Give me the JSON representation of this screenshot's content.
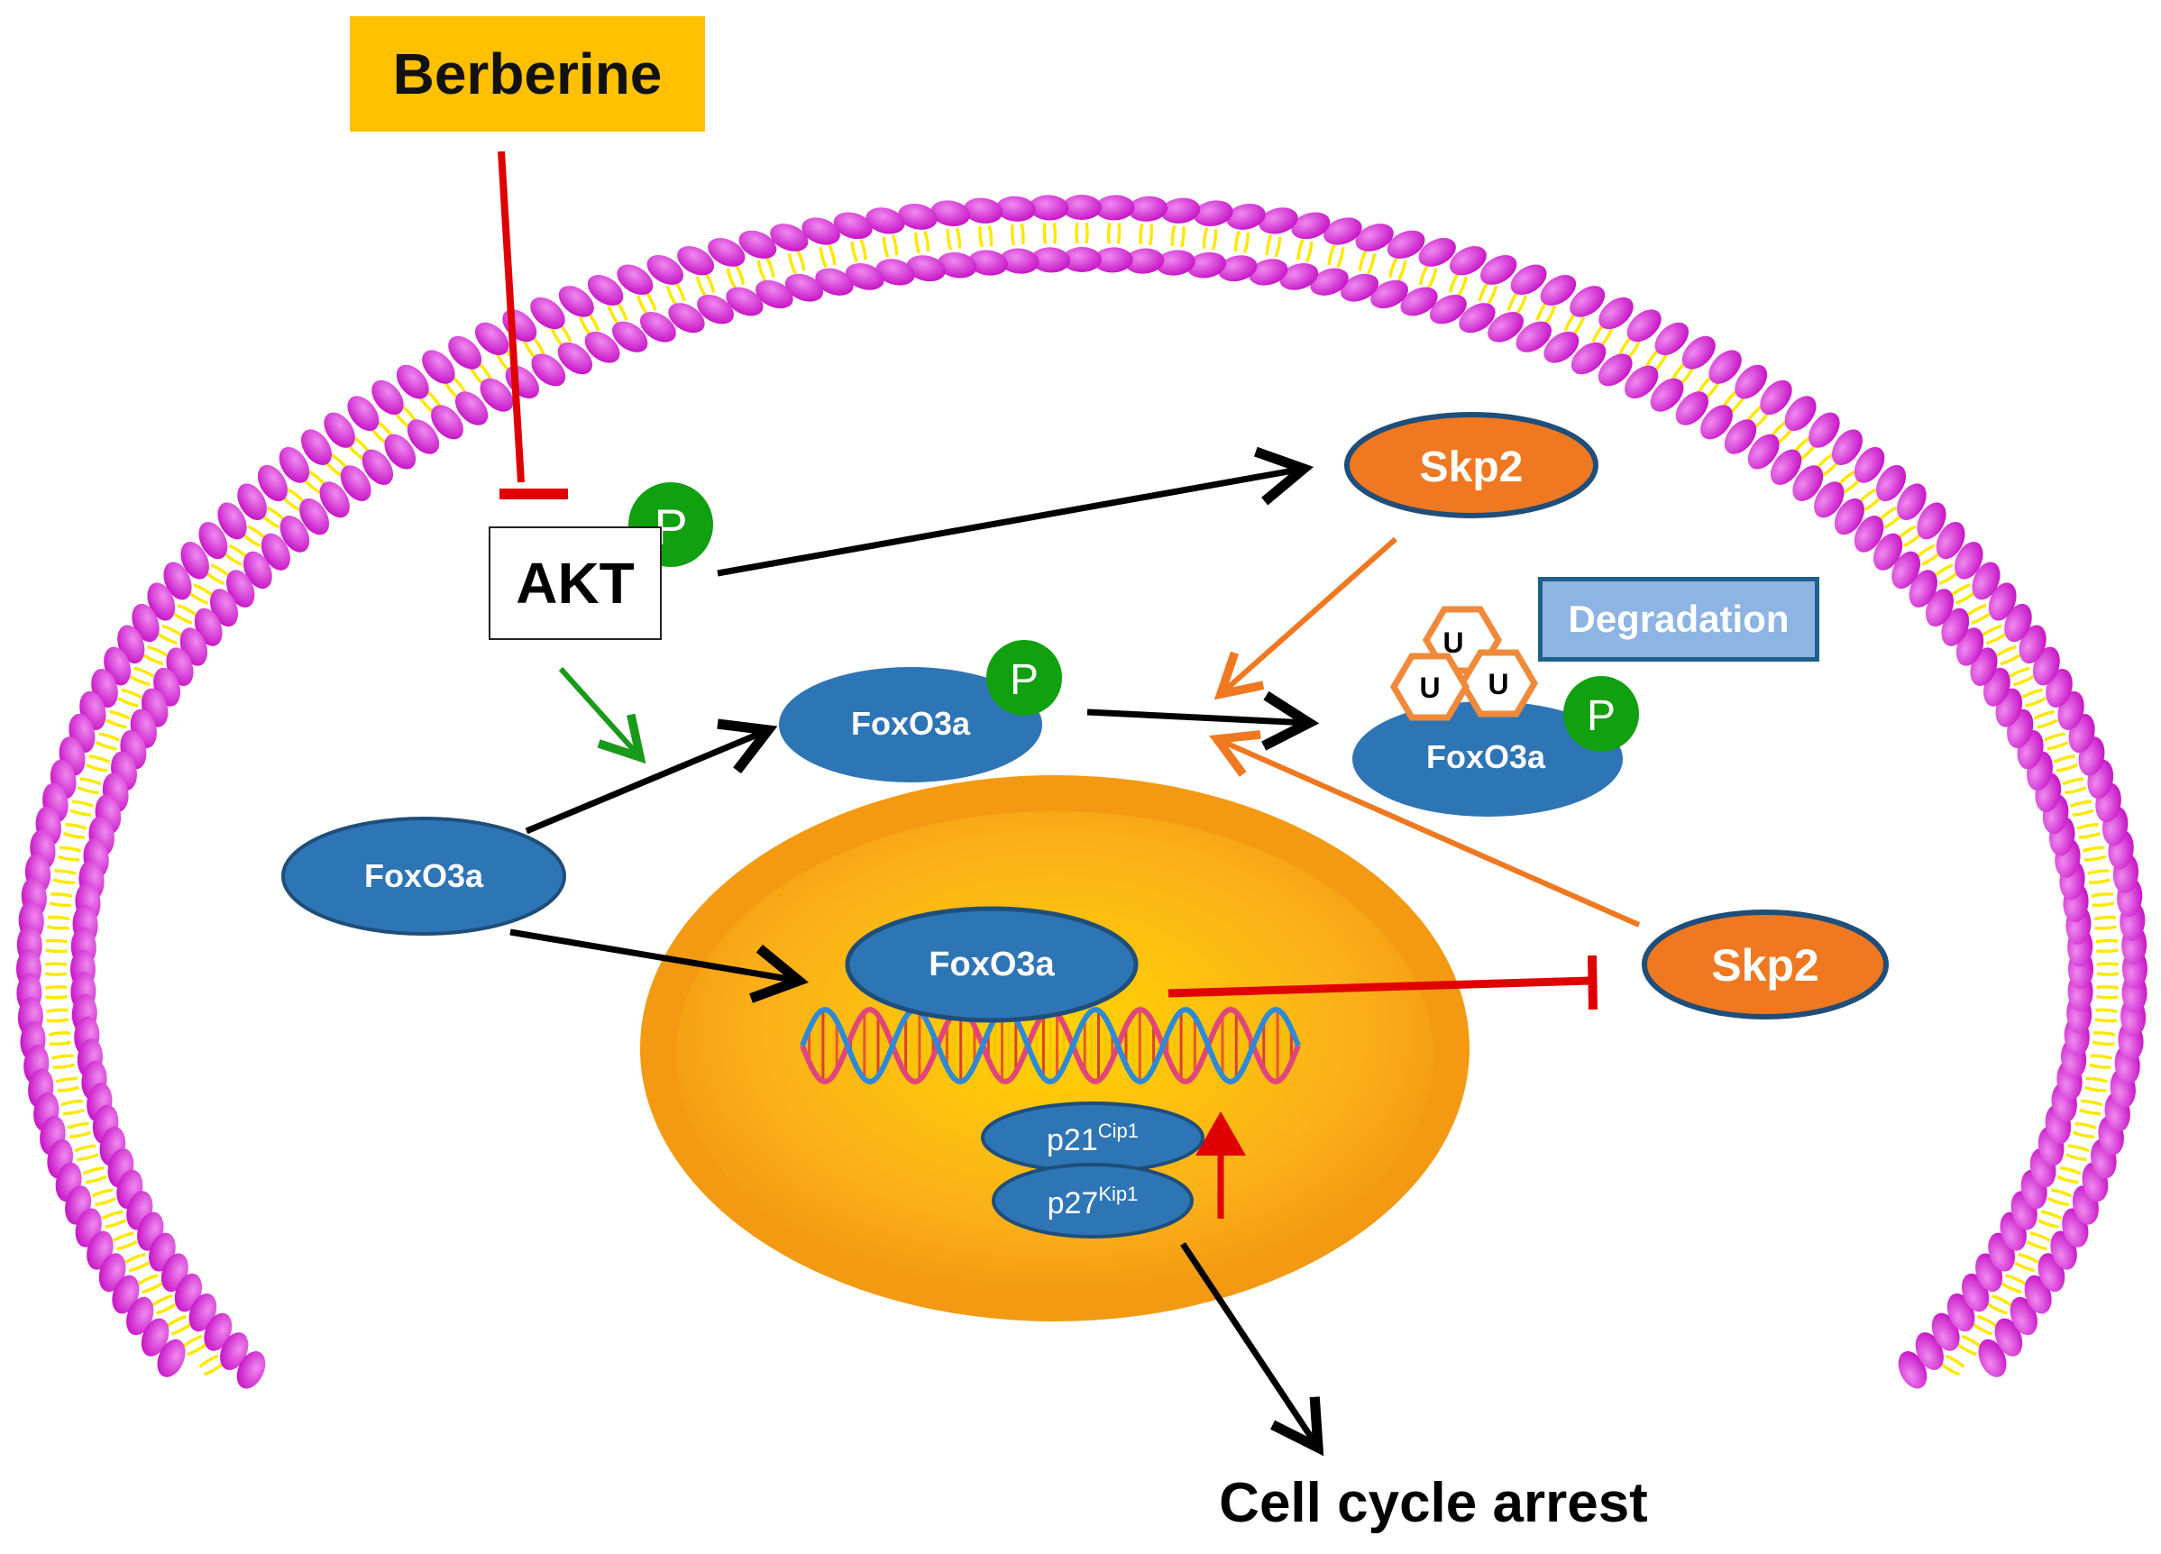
{
  "labels": {
    "berberine": "Berberine",
    "akt": "AKT",
    "phospho": "P",
    "skp2": "Skp2",
    "foxo3a": "FoxO3a",
    "ubiquitin": "U",
    "degradation": "Degradation",
    "p21": "p21",
    "p21_sup": "Cip1",
    "p27": "p27",
    "p27_sup": "Kip1",
    "cell_cycle_arrest": "Cell cycle arrest"
  },
  "colors": {
    "membrane_head": "#d63ad6",
    "membrane_tail": "#ffe800",
    "inhibition": "#e00000",
    "activation": "#000000",
    "akt_to_foxo": "#1a9a1a",
    "skp2_action": "#f07820",
    "protein_blue": "#2e75b6",
    "skp2_orange": "#f07820",
    "phospho_green": "#10a010",
    "nucleus_orange": "#f7a81c",
    "berberine_box": "#ffc000"
  }
}
